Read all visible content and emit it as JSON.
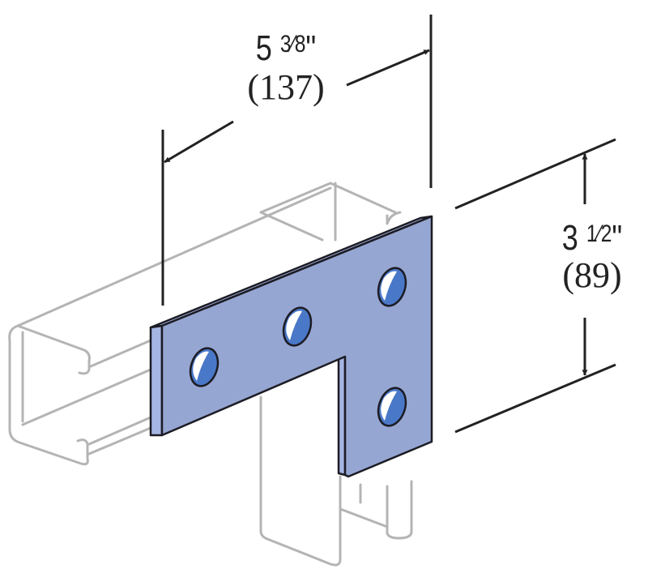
{
  "diagram": {
    "subject": "L-shaped flat plate fitting with 4 holes on strut channel",
    "colors": {
      "plate_face": "#96a6d2",
      "plate_edge": "#a6b6e4",
      "hole_inner": "#4a78c8",
      "outline": "#1c1c24",
      "channel_line": "#b4b4b4",
      "dimension_line": "#222222"
    },
    "dimensions": {
      "width": {
        "whole": "5",
        "fraction": "3⁄8",
        "unit": "\"",
        "imperial": "5 3⁄8\"",
        "metric": "(137)"
      },
      "height": {
        "whole": "3",
        "fraction": "1⁄2",
        "unit": "\"",
        "imperial": "3 1⁄2\"",
        "metric": "(89)"
      }
    },
    "hole_count": 4
  }
}
